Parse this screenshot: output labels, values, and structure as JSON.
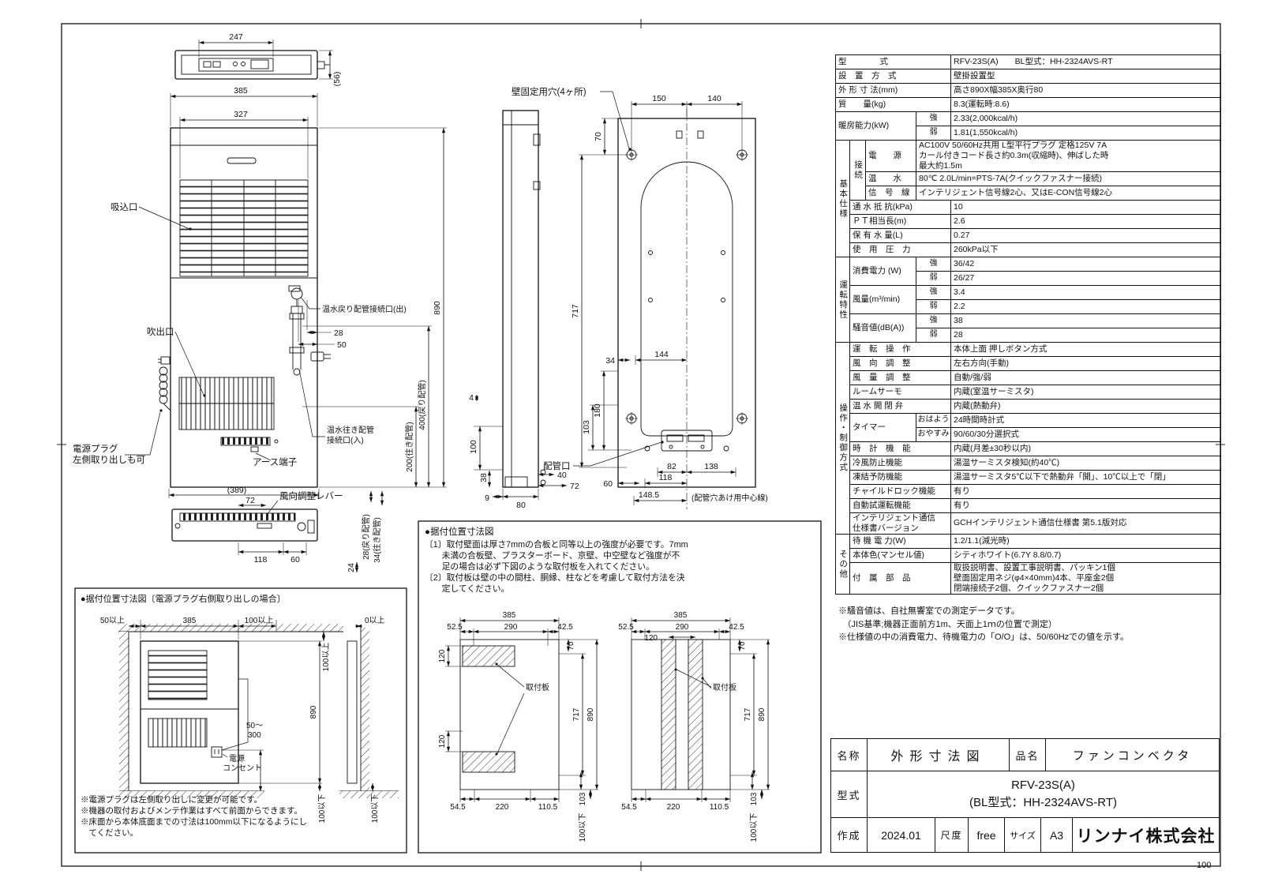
{
  "frame": {
    "page_number": "100"
  },
  "views": {
    "top": {
      "dim_247": "247",
      "dim_56": "(56)"
    },
    "front": {
      "dim_385": "385",
      "dim_327": "327",
      "dim_890": "890",
      "dim_return_400": "400(戻り配管)",
      "dim_supply_200": "200(往き配管)",
      "dim_28": "28",
      "dim_50": "50",
      "dim_389": "(389)",
      "dim_72": "72",
      "dim_118": "118",
      "dim_60": "60",
      "dim_24": "24",
      "dim_return_28": "28(戻り配管)",
      "dim_supply_34": "34(往き配管)",
      "label_intake": "吸込口",
      "label_outlet": "吹出口",
      "label_plug_l1": "電源プラグ",
      "label_plug_l2": "左側取り出しも可",
      "label_earth": "アース端子",
      "label_louver_lever": "風向調整レバー",
      "label_return_port": "温水戻り配管接続口(出)",
      "label_supply_port_l1": "温水往き配管",
      "label_supply_port_l2": "接続口(入)"
    },
    "side": {
      "dim_4": "4",
      "dim_100": "100",
      "dim_38": "38",
      "dim_9": "9",
      "dim_80": "80",
      "dim_40": "40",
      "dim_72": "72"
    },
    "rear": {
      "label_holes": "壁固定用穴(4ヶ所)",
      "dim_150": "150",
      "dim_140": "140",
      "dim_70": "70",
      "dim_717": "717",
      "dim_34": "34",
      "dim_144": "144",
      "dim_103": "103",
      "dim_180": "180",
      "dim_60": "60",
      "dim_82": "82",
      "dim_138": "138",
      "dim_118": "118",
      "dim_148_5": "148.5",
      "label_centerline": "(配管穴あけ用中心線)",
      "label_pipe_port": "配管口"
    }
  },
  "install_a": {
    "title": "●据付位置寸法図〔電源プラグ右側取り出しの場合〕",
    "d50min": "50以上",
    "d385": "385",
    "d100min": "100以上",
    "d100min_v": "100以上",
    "d0min": "0以上",
    "d890": "890",
    "d100max": "100以下",
    "d100max_b": "100以下",
    "d50": "50～",
    "d300": "300",
    "outlet_l1": "電源",
    "outlet_l2": "コンセント",
    "notes": {
      "n1": "※電源プラグは左側取り出しに変更が可能です。",
      "n2": "※機器の取付およびメンテ作業はすべて前面からできます。",
      "n3": "※床面から本体底面までの寸法は100mm以下になるようにし",
      "n4": "　てください。"
    }
  },
  "install_b": {
    "title": "●据付位置寸法図",
    "para": {
      "p1": "〔1〕取付壁面は厚さ7mmの合板と同等以上の強度が必要です。7mm",
      "p2": "　　未満の合板壁、プラスターボード、京壁、中空壁など強度が不",
      "p3": "　　足の場合は必ず下図のような取付板を入れてください。",
      "p4": "〔2〕取付板は壁の中の間柱、胴縁、柱などを考慮して取付方法を決",
      "p5": "　　定してください。"
    },
    "d385": "385",
    "d52_5": "52.5",
    "d290": "290",
    "d42_5": "42.5",
    "d120": "120",
    "d70": "70",
    "d717": "717",
    "d890": "890",
    "d103": "103",
    "d100max": "100以下",
    "d54_5": "54.5",
    "d220": "220",
    "d110_5": "110.5",
    "plate": "取付板"
  },
  "spec": {
    "strong": "強",
    "weak": "弱",
    "rows": {
      "model": {
        "label": "型　　　　式",
        "value": "RFV-23S(A)　　BL型式：HH-2324AVS-RT"
      },
      "mount": {
        "label": "設　置　方　式",
        "value": "壁掛設置型"
      },
      "dims": {
        "label": "外 形 寸 法(mm)",
        "value": "高さ890X幅385X奥行80"
      },
      "weight": {
        "label": "質　　量(kg)",
        "value": "8.3(運転時:8.6)"
      },
      "heating": {
        "label": "暖房能力(kW)",
        "strong": "2.33(2,000kcal/h)",
        "weak": "1.81(1,550kcal/h)"
      },
      "group_basic": "基本仕様",
      "connect_label": "接続",
      "power": {
        "label": "電　　源",
        "l1": "AC100V 50/60Hz共用 L型平行プラグ 定格125V 7A",
        "l2": "カール付きコード長さ約0.3m(収縮時)、伸ばした時",
        "l3": "最大約1.5m"
      },
      "water": {
        "label": "温　　水",
        "value": "80℃ 2.0L/min=PTS-7A(クイックファスナー接続)"
      },
      "signal": {
        "label": "信　号　線",
        "value": "インテリジェント信号線2心、又はE-CON信号線2心"
      },
      "flow_res": {
        "label": "通 水 抵 抗(kPa)",
        "value": "10"
      },
      "pt": {
        "label": "ＰＴ相当長(m)",
        "value": "2.6"
      },
      "volume": {
        "label": "保 有 水 量(L)",
        "value": "0.27"
      },
      "pressure": {
        "label": "使　用　圧　力",
        "value": "260kPa以下"
      },
      "group_perf": "運転特性",
      "consumption": {
        "label": "消費電力 (W)",
        "strong": "36/42",
        "weak": "26/27"
      },
      "airflow": {
        "label": "風量(m³/min)",
        "strong": "3.4",
        "weak": "2.2"
      },
      "noise": {
        "label": "騒音値(dB(A))",
        "strong": "38",
        "weak": "28"
      },
      "group_ctrl": "操作・制御方式",
      "op": {
        "label": "運　転　操　作",
        "value": "本体上面 押しボタン方式"
      },
      "wind_dir": {
        "label": "風　向　調　整",
        "value": "左右方向(手動)"
      },
      "wind_vol": {
        "label": "風　量　調　整",
        "value": "自動/強/弱"
      },
      "thermo": {
        "label": "ルームサーモ",
        "value": "内蔵(室温サーミスタ)"
      },
      "valve": {
        "label": "温 水 開 閉 弁",
        "value": "内蔵(熱動弁)"
      },
      "timer": {
        "label": "タイマー",
        "morning_label": "おはよう",
        "morning": "24時間時計式",
        "night_label": "おやすみ",
        "night": "90/60/30分選択式"
      },
      "clock": {
        "label": "時　計　機　能",
        "value": "内蔵(月差±30秒以内)"
      },
      "cold_guard": {
        "label": "冷風防止機能",
        "value": "湯温サーミスタ検知(約40℃)"
      },
      "freeze_guard": {
        "label": "凍結予防機能",
        "value": "湯温サーミスタ5℃以下で熱動弁「開」、10℃以上で「閉」"
      },
      "child_lock": {
        "label": "チャイルドロック機能",
        "value": "有り"
      },
      "auto_test": {
        "label": "自動試運転機能",
        "value": "有り"
      },
      "ig_version": {
        "label_l1": "インテリジェント通信",
        "label_l2": "仕様書バージョン",
        "value": "GCHインテリジェント通信仕様書 第5.1版対応"
      },
      "group_other": "その他",
      "standby": {
        "label": "待 機 電 力(W)",
        "value": "1.2/1.1(減光時)"
      },
      "body_color": {
        "label": "本体色(マンセル値)",
        "value": "シティホワイト(6.7Y 8.8/0.7)"
      },
      "accessories": {
        "label": "付　属　部　品",
        "l1": "取扱説明書、設置工事説明書、パッキン1個",
        "l2": "壁面固定用ネジ(φ4×40mm)4本、平座金2個",
        "l3": "閉端接続子2個、クイックファスナー2個"
      }
    },
    "notes": {
      "n1": "※騒音値は、自社無響室での測定データです。",
      "n2": "　（JIS基準;機器正面前方1m、天面上1ｍの位置で測定）",
      "n3": "※仕様値の中の消費電力、待機電力の「O/O」は、50/60Hzでの値を示す。"
    }
  },
  "title_block": {
    "name_label": "名称",
    "name_value": "外形寸法図",
    "item_label": "品名",
    "item_value": "ファンコンベクタ",
    "model_label": "型式",
    "model_l1": "RFV-23S(A)",
    "model_l2": "(BL型式：HH-2324AVS-RT)",
    "date_label": "作成",
    "date_value": "2024.01",
    "scale_label": "尺度",
    "scale_value": "free",
    "size_label": "サイズ",
    "size_value": "A3",
    "company": "リンナイ株式会社"
  }
}
